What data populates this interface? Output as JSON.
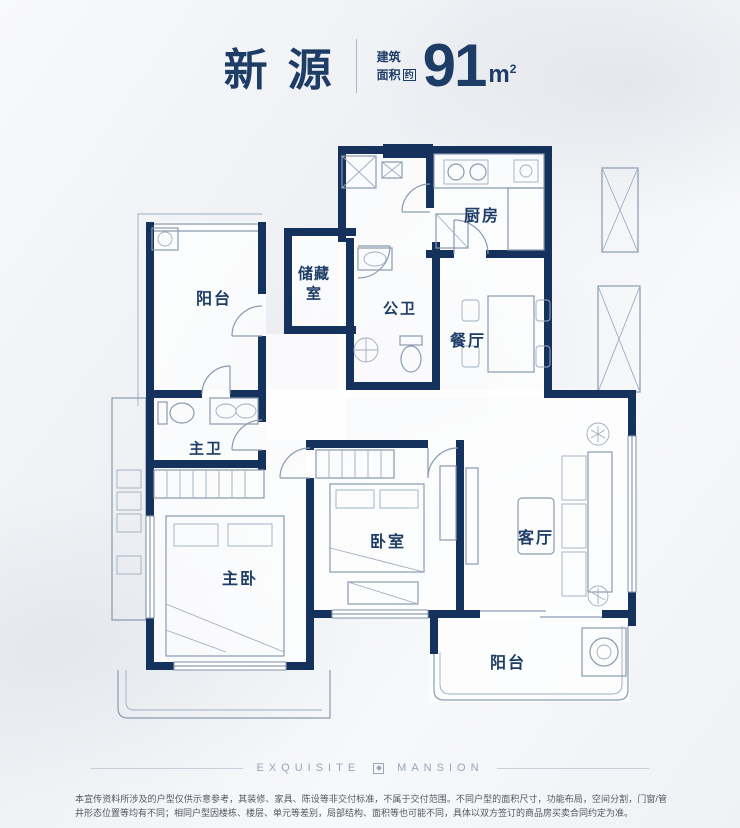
{
  "header": {
    "title": "新源",
    "area_prefix_line1": "建筑",
    "area_prefix_line2": "面积",
    "area_approx": "约",
    "area_value": "91",
    "area_unit": "m",
    "area_unit_exp": "2"
  },
  "plan": {
    "rooms": {
      "balcony_top": "阳台",
      "storage": "储藏室",
      "guest_bath": "公卫",
      "kitchen": "厨房",
      "dining": "餐厅",
      "master_bath": "主卫",
      "master_bedroom": "主卧",
      "bedroom": "卧室",
      "living": "客厅",
      "balcony_bottom": "阳台"
    }
  },
  "footer": {
    "brand_left": "EXQUISITE",
    "brand_right": "MANSION",
    "disclaimer": "本宣传资料所涉及的户型仅供示意参考，其装修、家具、陈设等非交付标准，不属于交付范围。不同户型的面积尺寸，功能布局，空间分割，门窗/管井形态位置等均有不同；相同户型因楼栋、楼层、单元等差别，局部结构、面积等也可能不同，具体以双方签订的商品房买卖合同约定为准。"
  },
  "colors": {
    "wall": "#14325c",
    "accent": "#1d3c66",
    "thin_line": "#8a9ab0"
  }
}
